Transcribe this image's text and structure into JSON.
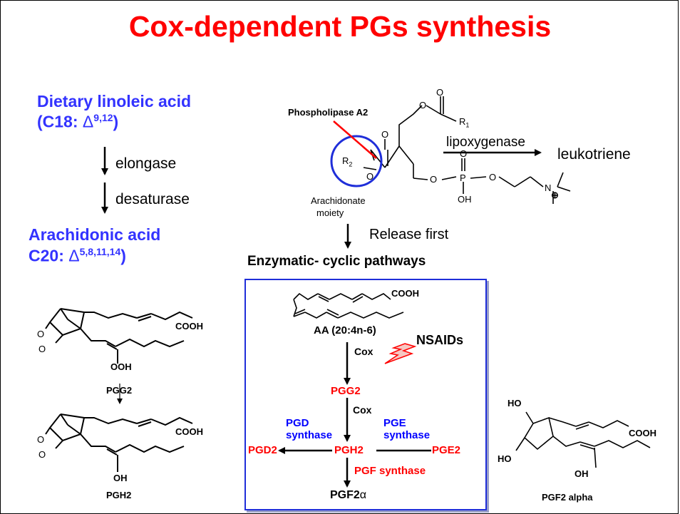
{
  "title": "Cox-dependent PGs synthesis",
  "left_pathway": {
    "dietary_line1": "Dietary linoleic acid",
    "dietary_line2_prefix": "(C18: ",
    "dietary_delta": "Δ",
    "dietary_sup": "9,12",
    "dietary_suffix": ")",
    "step1": "elongase",
    "step2": "desaturase",
    "arachidonic_line1": "Arachidonic acid",
    "arachidonic_line2_prefix": "C20: ",
    "arachidonic_delta": "Δ",
    "arachidonic_sup": "5,8,11,14",
    "arachidonic_suffix": ")"
  },
  "structures_left": {
    "pgg2_cooh": "COOH",
    "pgg2_ooh": "OOH",
    "pgg2_o1": "O",
    "pgg2_o2": "O",
    "pgg2_label": "PGG2",
    "pgh2_cooh": "COOH",
    "pgh2_oh": "OH",
    "pgh2_o1": "O",
    "pgh2_o2": "O",
    "pgh2_label": "PGH2"
  },
  "phospholipid": {
    "enzyme": "Phospholipase A2",
    "r1": "R",
    "r1_sub": "1",
    "r2": "R",
    "r2_sub": "2",
    "o_top": "O",
    "o_ester": "O",
    "o_r2": "O",
    "o_bottom": "O",
    "p_o_top": "O",
    "p_oh": "OH",
    "p": "P",
    "o_link1": "O",
    "o_link2": "O",
    "n": "N",
    "n_charge": "⊕",
    "moiety_line1": "Arachidonate",
    "moiety_line2": "moiety",
    "lipoxygenase": "lipoxygenase",
    "leukotriene": "leukotriene",
    "release": "Release first"
  },
  "cyclic": {
    "heading": "Enzymatic- cyclic pathways",
    "aa_cooh": "COOH",
    "aa_label": "AA (20:4n-6)",
    "cox1": "Cox",
    "nsaids": "NSAIDs",
    "pgg2": "PGG2",
    "cox2": "Cox",
    "pgd_synthase_1": "PGD",
    "pgd_synthase_2": "synthase",
    "pge_synthase_1": "PGE",
    "pge_synthase_2": "synthase",
    "pgd2": "PGD2",
    "pgh2": "PGH2",
    "pge2": "PGE2",
    "pgf_synthase": "PGF synthase",
    "pgf2_prefix": "PGF2",
    "pgf2_alpha": "α"
  },
  "structure_right": {
    "ho_top": "HO",
    "ho_bottom": "HO",
    "oh": "OH",
    "cooh": "COOH",
    "label": "PGF2 alpha"
  },
  "colors": {
    "title": "#ff0000",
    "blue_text": "#3333ff",
    "box_border": "#1f2ed9",
    "circle": "#1f2ed9",
    "arrow_red": "#ff0000"
  }
}
